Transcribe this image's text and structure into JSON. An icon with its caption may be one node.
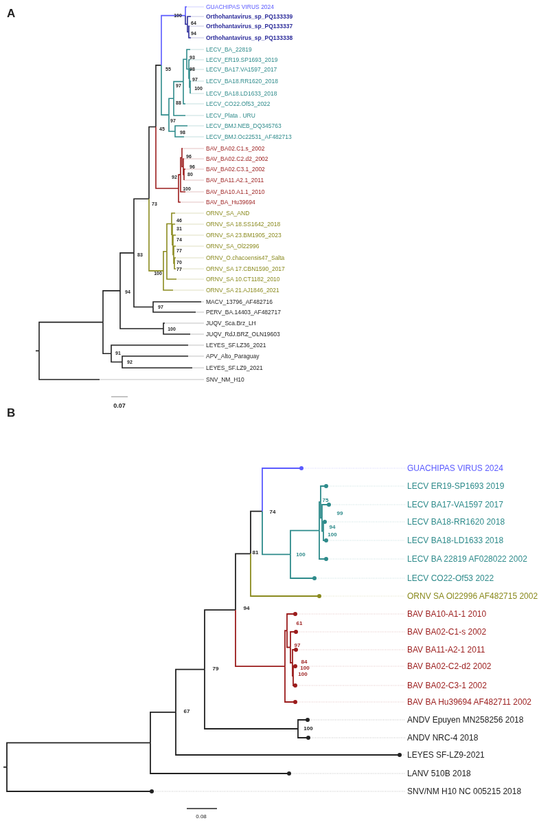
{
  "diagram": {
    "labels": [
      "A",
      "GUACHIPAS  VIRUS 2024",
      "Orthohantavirus_sp_PQ133339",
      "Orthohantavirus_sp_PQ133337",
      "Orthohantavirus_sp_PQ133338",
      "LECV_BA_22819",
      "LECV_ER19.SP1693_2019",
      "LECV_BA17.VA1597_2017",
      "LECV_BA18.RR1620_2018",
      "LECV_BA18.LD1633_2018",
      "LECV_CO22.Of53_2022",
      "LECV_Plata  . URU",
      "LECV_BMJ.NEB_DQ345763",
      "LECV_BMJ.Oc22531_AF482713",
      "BAV_BA02.C1.s_2002",
      "BAV_BA02.C2.d2_2002",
      "BAV_BA02.C3.1_2002",
      "BAV_BA11.A2.1_2011",
      "BAV_BA10.A1.1_2010",
      "BAV_BA_Hu39694",
      "ORNV_SA_AND",
      "ORNV_SA 18.SS1642_2018",
      "ORNV_SA 23.BM1905_2023",
      "ORNV_SA_Ol22996",
      "ORNV_O.chacoensis47_Salta",
      "ORNV_SA 17.CBN1590_2017",
      "ORNV_SA 10.CT1182_2010",
      "ORNV_SA 21.AJ1846_2021",
      "MACV_13796_AF482716",
      "PERV_BA.14403_AF482717",
      "JUQV_Sca.Brz_LH",
      "JUQV_RdJ.BRZ_OLN19603",
      "LEYES_SF.LZ36_2021",
      "APV_Alto_Paraguay",
      "LEYES_SF.LZ9_2021",
      "SNV_NM_H10",
      "100",
      "64",
      "94",
      "93",
      "55",
      "98",
      "97",
      "97",
      "100",
      "88",
      "97",
      "45",
      "98",
      "96",
      "96",
      "80",
      "92",
      "100",
      "73",
      "46",
      "31",
      "74",
      "77",
      "70",
      "77",
      "83",
      "100",
      "94",
      "97",
      "100",
      "91",
      "92",
      "0.07",
      "B",
      "GUACHIPAS VIRUS 2024",
      "LECV ER19-SP1693 2019",
      "LECV BA17-VA1597 2017",
      "LECV BA18-RR1620 2018",
      "LECV BA18-LD1633 2018",
      "LECV BA 22819 AF028022 2002",
      "LECV CO22-Of53 2022",
      "ORNV SA Ol22996 AF482715 2002",
      "BAV BA10-A1-1 2010",
      "BAV BA02-C1-s 2002",
      "BAV BA11-A2-1 2011",
      "BAV BA02-C2-d2 2002",
      "BAV BA02-C3-1 2002",
      "BAV BA Hu39694 AF482711 2002",
      "ANDV Epuyen MN258256 2018",
      "ANDV NRC-4 2018",
      "LEYES SF-LZ9-2021",
      "LANV 510B 2018",
      "SNV/NM H10 NC 005215 2018",
      "74",
      "81",
      "100",
      "94",
      "79",
      "67",
      "75",
      "99",
      "94",
      "100",
      "61",
      "97",
      "84",
      "100",
      "100",
      "100",
      "0.08"
    ]
  }
}
